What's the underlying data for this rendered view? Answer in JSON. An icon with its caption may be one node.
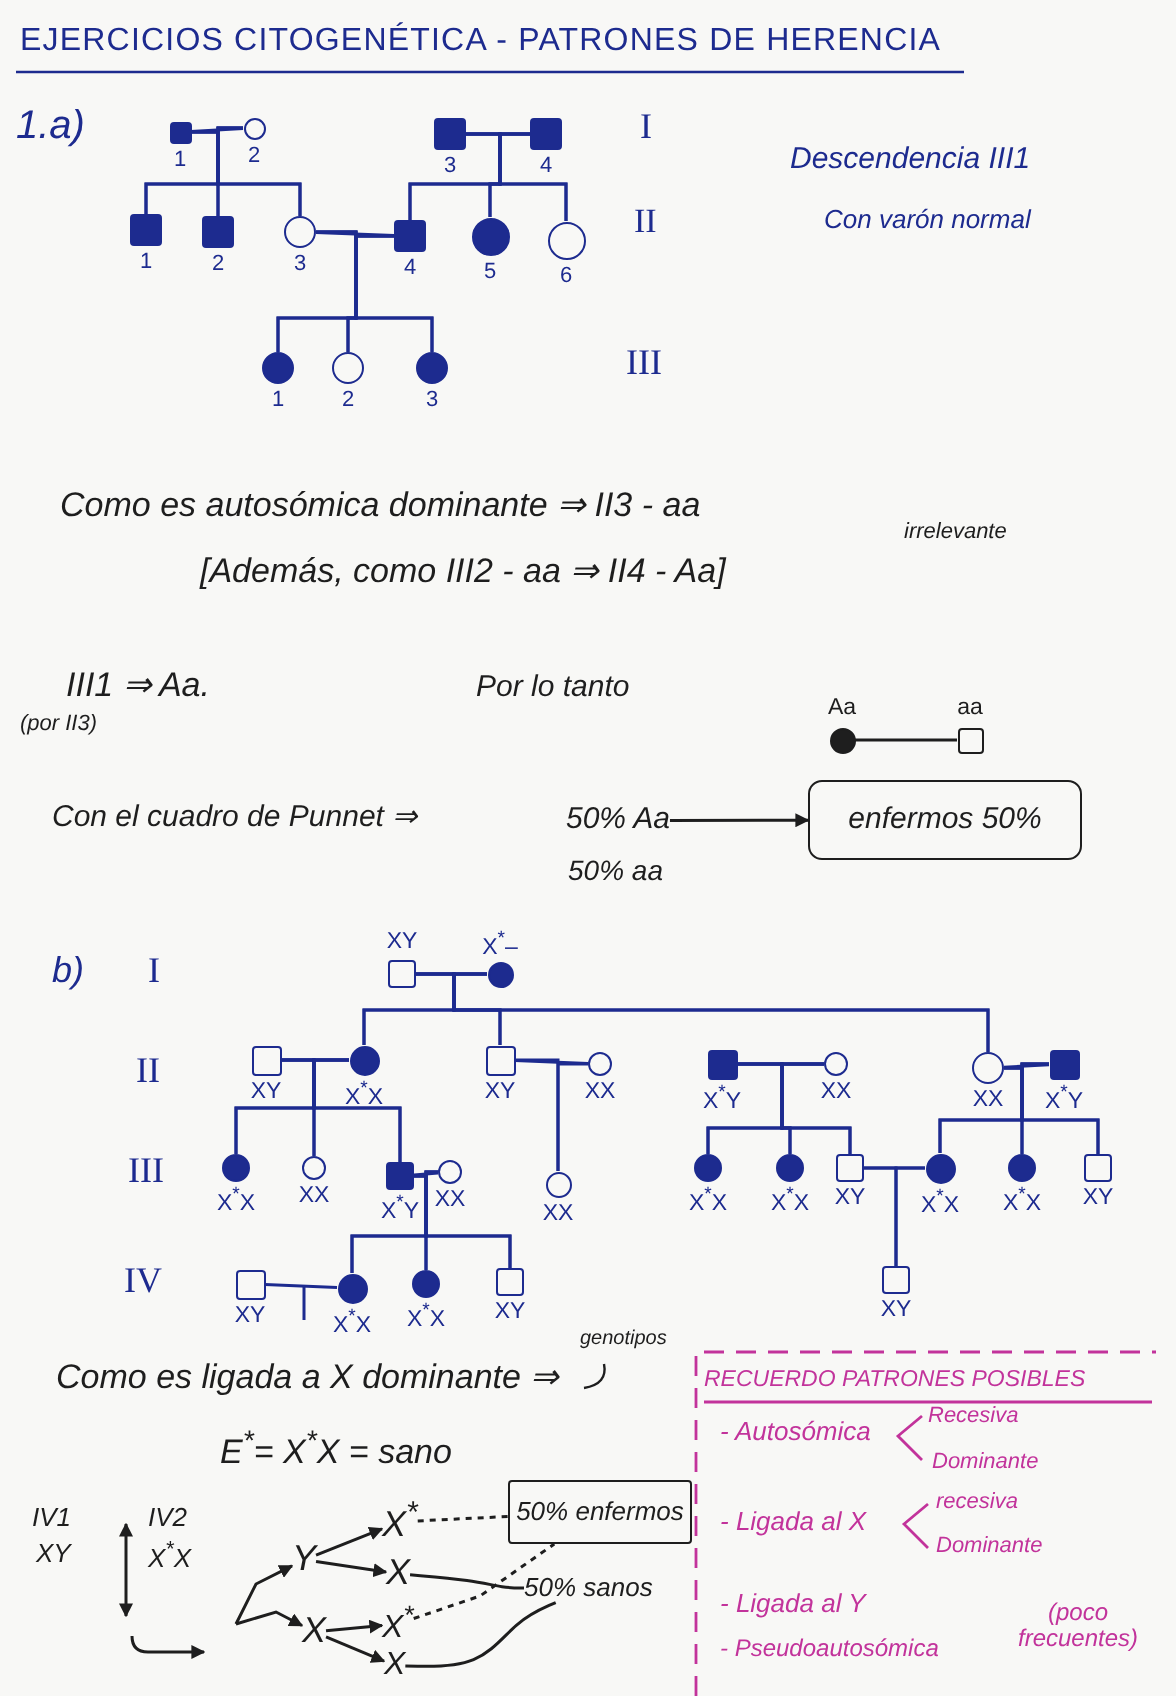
{
  "diagram": {
    "title": "EJERCICIOS CITOGENÉTICA - PATRONES DE HERENCIA",
    "nodes": [
      {
        "text": [],
        "shape": "box",
        "beside": [
          "1"
        ]
      },
      {
        "text": [],
        "shape": "circle",
        "beside": [
          "2"
        ]
      },
      {
        "text": [],
        "shape": "box",
        "beside": [
          "3"
        ]
      },
      {
        "text": [],
        "shape": "box",
        "beside": [
          "4"
        ]
      },
      {
        "text": [],
        "shape": "box",
        "beside": [
          "1"
        ]
      },
      {
        "text": [],
        "shape": "box",
        "beside": [
          "2"
        ]
      },
      {
        "text": [],
        "shape": "circle",
        "beside": [
          "3"
        ]
      },
      {
        "text": [],
        "shape": "box",
        "beside": [
          "4"
        ]
      },
      {
        "text": [],
        "shape": "circle",
        "beside": [
          "5"
        ]
      },
      {
        "text": [],
        "shape": "circle",
        "beside": [
          "6"
        ]
      },
      {
        "text": [],
        "shape": "circle",
        "beside": [
          "1"
        ]
      },
      {
        "text": [],
        "shape": "circle",
        "beside": [
          "2"
        ]
      },
      {
        "text": [],
        "shape": "circle",
        "beside": [
          "3"
        ]
      },
      {
        "text": [],
        "shape": "circle",
        "beside": [
          "Aa"
        ]
      },
      {
        "text": [],
        "shape": "box",
        "beside": [
          "aa"
        ]
      },
      {
        "text": [
          "50% Aa"
        ]
      },
      {
        "text": [
          "enfermos 50%"
        ]
      },
      {
        "text": [],
        "shape": "box",
        "beside": [
          "XY"
        ]
      },
      {
        "text": [],
        "shape": "circle",
        "beside": [
          "X$^{*}$–"
        ]
      },
      {
        "text": [],
        "shape": "box",
        "beside": [
          "XY"
        ]
      },
      {
        "text": [],
        "shape": "circle",
        "beside": [
          "X$^{*}$X"
        ]
      },
      {
        "text": [],
        "shape": "box",
        "beside": [
          "XY"
        ]
      },
      {
        "text": [],
        "shape": "circle",
        "beside": [
          "XX"
        ]
      },
      {
        "text": [],
        "shape": "box",
        "beside": [
          "X$^{*}$Y"
        ]
      },
      {
        "text": [],
        "shape": "circle",
        "beside": [
          "XX"
        ]
      },
      {
        "text": [],
        "shape": "circle",
        "beside": [
          "XX"
        ]
      },
      {
        "text": [],
        "shape": "box",
        "beside": [
          "X$^{*}$Y"
        ]
      },
      {
        "text": [],
        "shape": "circle",
        "beside": [
          "X$^{*}$X"
        ]
      },
      {
        "text": [],
        "shape": "circle",
        "beside": [
          "XX"
        ]
      },
      {
        "text": [],
        "shape": "box",
        "beside": [
          "X$^{*}$Y"
        ]
      },
      {
        "text": [],
        "shape": "circle",
        "beside": [
          "XX"
        ]
      },
      {
        "text": [],
        "shape": "circle",
        "beside": [
          "XX"
        ]
      },
      {
        "text": [],
        "shape": "circle",
        "beside": [
          "X$^{*}$X"
        ]
      },
      {
        "text": [],
        "shape": "circle",
        "beside": [
          "X$^{*}$X"
        ]
      },
      {
        "text": [],
        "shape": "box",
        "beside": [
          "XY"
        ]
      },
      {
        "text": [],
        "shape": "circle",
        "beside": [
          "X$^{*}$X"
        ]
      },
      {
        "text": [],
        "shape": "circle",
        "beside": [
          "X$^{*}$X"
        ]
      },
      {
        "text": [],
        "shape": "box",
        "beside": [
          "XY"
        ]
      },
      {
        "text": [],
        "shape": "box",
        "beside": [
          "XY"
        ]
      },
      {
        "text": [],
        "shape": "circle",
        "beside": [
          "X$^{*}$X"
        ]
      },
      {
        "text": [],
        "shape": "circle",
        "beside": [
          "X$^{*}$X"
        ]
      },
      {
        "text": [],
        "shape": "box",
        "beside": [
          "XY"
        ]
      },
      {
        "text": [],
        "shape": "box",
        "beside": [
          "XY"
        ]
      },
      {
        "text": [
          "Y"
        ]
      },
      {
        "text": [
          "X"
        ]
      },
      {
        "text": [
          "X$^{*}$"
        ]
      },
      {
        "text": [
          "X"
        ]
      },
      {
        "text": [
          "X$^{*}$"
        ]
      },
      {
        "text": [
          "X"
        ]
      },
      {
        "text": [
          "50% enfermos"
        ]
      },
      {
        "text": [
          "50% sanos"
        ]
      }
    ],
    "edges": [
      {
        "from": 0,
        "to": 1,
        "arrow": "none"
      },
      {
        "from": 0,
        "to": 4,
        "arrow": "none"
      },
      {
        "from": 0,
        "to": 5,
        "arrow": "none"
      },
      {
        "from": 0,
        "to": 6,
        "arrow": "none"
      },
      {
        "from": 1,
        "to": 4,
        "arrow": "none"
      },
      {
        "from": 1,
        "to": 5,
        "arrow": "none"
      },
      {
        "from": 1,
        "to": 6,
        "arrow": "none"
      },
      {
        "from": 2,
        "to": 3,
        "arrow": "none"
      },
      {
        "from": 2,
        "to": 7,
        "arrow": "none"
      },
      {
        "from": 2,
        "to": 8,
        "arrow": "none"
      },
      {
        "from": 2,
        "to": 9,
        "arrow": "none"
      },
      {
        "from": 3,
        "to": 7,
        "arrow": "none"
      },
      {
        "from": 3,
        "to": 8,
        "arrow": "none"
      },
      {
        "from": 3,
        "to": 9,
        "arrow": "none"
      },
      {
        "from": 6,
        "to": 7,
        "arrow": "none"
      },
      {
        "from": 6,
        "to": 10,
        "arrow": "none"
      },
      {
        "from": 6,
        "to": 11,
        "arrow": "none"
      },
      {
        "from": 6,
        "to": 12,
        "arrow": "none"
      },
      {
        "from": 7,
        "to": 10,
        "arrow": "none"
      },
      {
        "from": 7,
        "to": 11,
        "arrow": "none"
      },
      {
        "from": 7,
        "to": 12,
        "arrow": "none"
      },
      {
        "from": 13,
        "to": 14,
        "arrow": "none",
        "color": "#1e1e1e"
      },
      {
        "from": 15,
        "to": 16,
        "arrow": "to",
        "color": "#1e1e1e"
      },
      {
        "from": 17,
        "to": 18,
        "arrow": "none"
      },
      {
        "from": 17,
        "to": 20,
        "arrow": "none"
      },
      {
        "from": 17,
        "to": 21,
        "arrow": "none"
      },
      {
        "from": 17,
        "to": 25,
        "arrow": "none"
      },
      {
        "from": 18,
        "to": 20,
        "arrow": "none"
      },
      {
        "from": 18,
        "to": 21,
        "arrow": "none"
      },
      {
        "from": 18,
        "to": 25,
        "arrow": "none"
      },
      {
        "from": 19,
        "to": 20,
        "arrow": "none"
      },
      {
        "from": 19,
        "to": 27,
        "arrow": "none"
      },
      {
        "from": 19,
        "to": 28,
        "arrow": "none"
      },
      {
        "from": 19,
        "to": 29,
        "arrow": "none"
      },
      {
        "from": 20,
        "to": 27,
        "arrow": "none"
      },
      {
        "from": 20,
        "to": 28,
        "arrow": "none"
      },
      {
        "from": 20,
        "to": 29,
        "arrow": "none"
      },
      {
        "from": 21,
        "to": 22,
        "arrow": "none"
      },
      {
        "from": 21,
        "to": 31,
        "arrow": "none"
      },
      {
        "from": 22,
        "to": 31,
        "arrow": "none"
      },
      {
        "from": 23,
        "to": 24,
        "arrow": "none"
      },
      {
        "from": 23,
        "to": 32,
        "arrow": "none"
      },
      {
        "from": 23,
        "to": 33,
        "arrow": "none"
      },
      {
        "from": 23,
        "to": 34,
        "arrow": "none"
      },
      {
        "from": 24,
        "to": 32,
        "arrow": "none"
      },
      {
        "from": 24,
        "to": 33,
        "arrow": "none"
      },
      {
        "from": 24,
        "to": 34,
        "arrow": "none"
      },
      {
        "from": 25,
        "to": 26,
        "arrow": "none"
      },
      {
        "from": 25,
        "to": 35,
        "arrow": "none"
      },
      {
        "from": 25,
        "to": 36,
        "arrow": "none"
      },
      {
        "from": 25,
        "to": 37,
        "arrow": "none"
      },
      {
        "from": 26,
        "to": 35,
        "arrow": "none"
      },
      {
        "from": 26,
        "to": 36,
        "arrow": "none"
      },
      {
        "from": 26,
        "to": 37,
        "arrow": "none"
      },
      {
        "from": 29,
        "to": 30,
        "arrow": "none"
      },
      {
        "from": 29,
        "to": 39,
        "arrow": "none"
      },
      {
        "from": 29,
        "to": 40,
        "arrow": "none"
      },
      {
        "from": 29,
        "to": 41,
        "arrow": "none"
      },
      {
        "from": 30,
        "to": 39,
        "arrow": "none"
      },
      {
        "from": 30,
        "to": 40,
        "arrow": "none"
      },
      {
        "from": 30,
        "to": 41,
        "arrow": "none"
      },
      {
        "from": 34,
        "to": 35,
        "arrow": "none"
      },
      {
        "from": 34,
        "to": 42,
        "arrow": "none"
      },
      {
        "from": 35,
        "to": 42,
        "arrow": "none"
      },
      {
        "from": 38,
        "to": 39,
        "arrow": "none"
      },
      {
        "from": null,
        "to": 43,
        "arrow": "to",
        "color": "#1e1e1e"
      },
      {
        "from": null,
        "to": 44,
        "arrow": "to",
        "color": "#1e1e1e"
      },
      {
        "from": 43,
        "to": 45,
        "arrow": "to",
        "color": "#1e1e1e"
      },
      {
        "from": 43,
        "to": 46,
        "arrow": "to",
        "color": "#1e1e1e"
      },
      {
        "from": 44,
        "to": 47,
        "arrow": "to",
        "color": "#1e1e1e"
      },
      {
        "from": 44,
        "to": 48,
        "arrow": "to",
        "color": "#1e1e1e"
      },
      {
        "from": 45,
        "to": 49,
        "arrow": "none",
        "style": "dashed",
        "color": "#1e1e1e"
      },
      {
        "from": 47,
        "to": 49,
        "arrow": "none",
        "style": "dashed",
        "color": "#1e1e1e"
      },
      {
        "from": 46,
        "to": 50,
        "arrow": "none",
        "color": "#1e1e1e"
      },
      {
        "from": 48,
        "to": 50,
        "arrow": "none",
        "color": "#1e1e1e"
      }
    ],
    "labels": [
      "1.a)",
      "I",
      "Descendencia III1",
      "II",
      "Con varón normal",
      "III",
      "Como es autosómica dominante ⇒ II3 - aa",
      "[Además, como III2 - aa ⇒ II4 - Aa]",
      "irrelevante",
      "III1 ⇒ Aa.",
      "Por lo tanto",
      "(por II3)",
      "Con el cuadro de Punnet ⇒",
      "50% aa",
      "b)",
      "I",
      "II",
      "III",
      "IV",
      "Como es ligada a X dominante ⇒",
      "genotipos",
      "E$^{*}$= X$^{*}$X = sano",
      "IV1",
      "IV2",
      "XY",
      "X$^{*}$X",
      "RECUERDO PATRONES POSIBLES",
      "- Autosómica",
      "Recesiva",
      "Dominante",
      "- Ligada al X",
      "recesiva",
      "Dominante",
      "- Ligada al Y",
      "- Pseudoautosómica",
      "(poco frecuentes)"
    ]
  }
}
